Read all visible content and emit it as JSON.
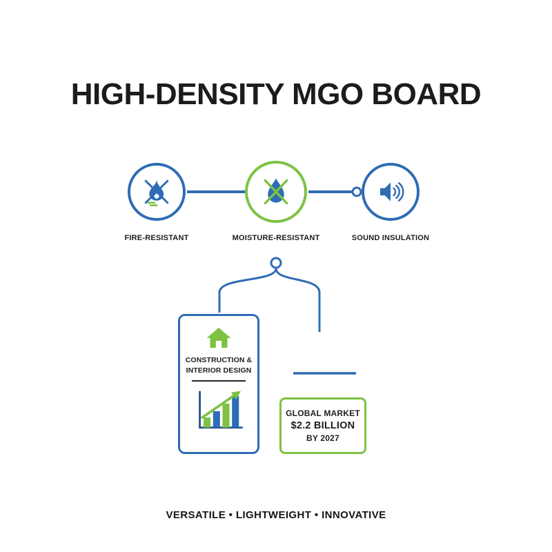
{
  "title": "HIGH-DENSITY MGO BOARD",
  "features": [
    {
      "label": "FIRE-RESISTANT",
      "icon": "fire-crossed-icon",
      "accent": "#2e6cb4"
    },
    {
      "label": "MOISTURE-RESISTANT",
      "icon": "water-drop-crossed-icon",
      "accent": "#7dc243"
    },
    {
      "label": "SOUND INSULATION",
      "icon": "speaker-sound-waves-icon",
      "accent": "#2e6cb4"
    }
  ],
  "application_card": {
    "icon": "house-icon",
    "title_line1": "CONSTRUCTION &",
    "title_line2": "INTERIOR DESIGN",
    "chart_icon": "rising-bar-chart-icon"
  },
  "market_card": {
    "line1": "GLOBAL MARKET",
    "line2": "$2.2 BILLION",
    "line3": "BY 2027"
  },
  "tagline": "VERSATILE • LIGHTWEIGHT • INNOVATIVE",
  "colors": {
    "blue": "#2e6cb4",
    "green": "#7dc243",
    "text": "#1d1d1f",
    "background": "#ffffff"
  }
}
